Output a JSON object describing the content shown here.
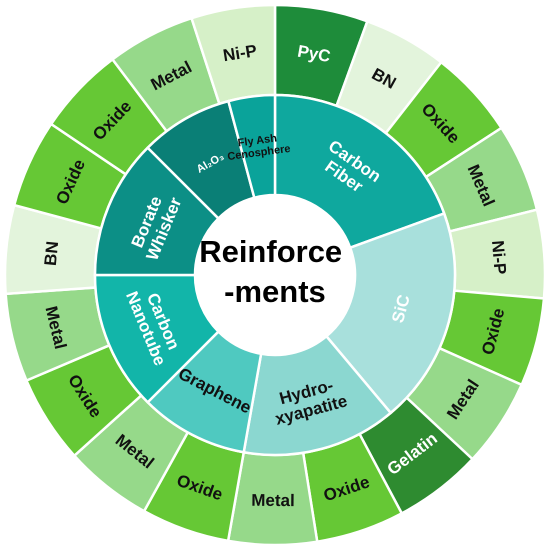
{
  "center": {
    "line1": "Reinforce",
    "line2": "-ments"
  },
  "inner_ring": [
    {
      "lines": [
        "Carbon",
        "Fiber"
      ],
      "color": "#0FA89E",
      "text_color": "#ffffff"
    },
    {
      "lines": [
        "SiC"
      ],
      "color": "#A8E0DC",
      "text_color": "#ffffff"
    },
    {
      "lines": [
        "Hydro-",
        "xyapatite"
      ],
      "color": "#8BD7D0",
      "text_color": "#111111"
    },
    {
      "lines": [
        "Graphene"
      ],
      "color": "#4FC9C0",
      "text_color": "#111111"
    },
    {
      "lines": [
        "Carbon",
        "Nanotube"
      ],
      "color": "#12B5A9",
      "text_color": "#ffffff"
    },
    {
      "lines": [
        "Borate",
        "Whisker"
      ],
      "color": "#0C8F86",
      "text_color": "#ffffff"
    },
    {
      "lines": [
        "Al₂O₃"
      ],
      "color": "#0A7F76",
      "text_color": "#ffffff"
    },
    {
      "lines": [
        "Fly Ash",
        "Cenosphere"
      ],
      "color": "#0AA39A",
      "text_color": "#111111"
    }
  ],
  "outer_ring": [
    {
      "label": "PyC",
      "color": "#1E8C3A",
      "text_color": "#ffffff"
    },
    {
      "label": "BN",
      "color": "#E3F4DC",
      "text_color": "#111111"
    },
    {
      "label": "Oxide",
      "color": "#66C835",
      "text_color": "#111111"
    },
    {
      "label": "Metal",
      "color": "#96D98A",
      "text_color": "#111111"
    },
    {
      "label": "Ni-P",
      "color": "#D6F0C8",
      "text_color": "#111111"
    },
    {
      "label": "Oxide",
      "color": "#66C835",
      "text_color": "#111111"
    },
    {
      "label": "Metal",
      "color": "#96D98A",
      "text_color": "#111111"
    },
    {
      "label": "Gelatin",
      "color": "#2E8B30",
      "text_color": "#ffffff"
    },
    {
      "label": "Oxide",
      "color": "#66C835",
      "text_color": "#111111"
    },
    {
      "label": "Metal",
      "color": "#96D98A",
      "text_color": "#111111"
    },
    {
      "label": "Oxide",
      "color": "#66C835",
      "text_color": "#111111"
    },
    {
      "label": "Metal",
      "color": "#96D98A",
      "text_color": "#111111"
    },
    {
      "label": "Oxide",
      "color": "#66C835",
      "text_color": "#111111"
    },
    {
      "label": "Metal",
      "color": "#96D98A",
      "text_color": "#111111"
    },
    {
      "label": "BN",
      "color": "#E3F4DC",
      "text_color": "#111111"
    },
    {
      "label": "Oxide",
      "color": "#66C835",
      "text_color": "#111111"
    },
    {
      "label": "Oxide",
      "color": "#66C835",
      "text_color": "#111111"
    },
    {
      "label": "Metal",
      "color": "#96D98A",
      "text_color": "#111111"
    },
    {
      "label": "Ni-P",
      "color": "#D6F0C8",
      "text_color": "#111111"
    }
  ]
}
